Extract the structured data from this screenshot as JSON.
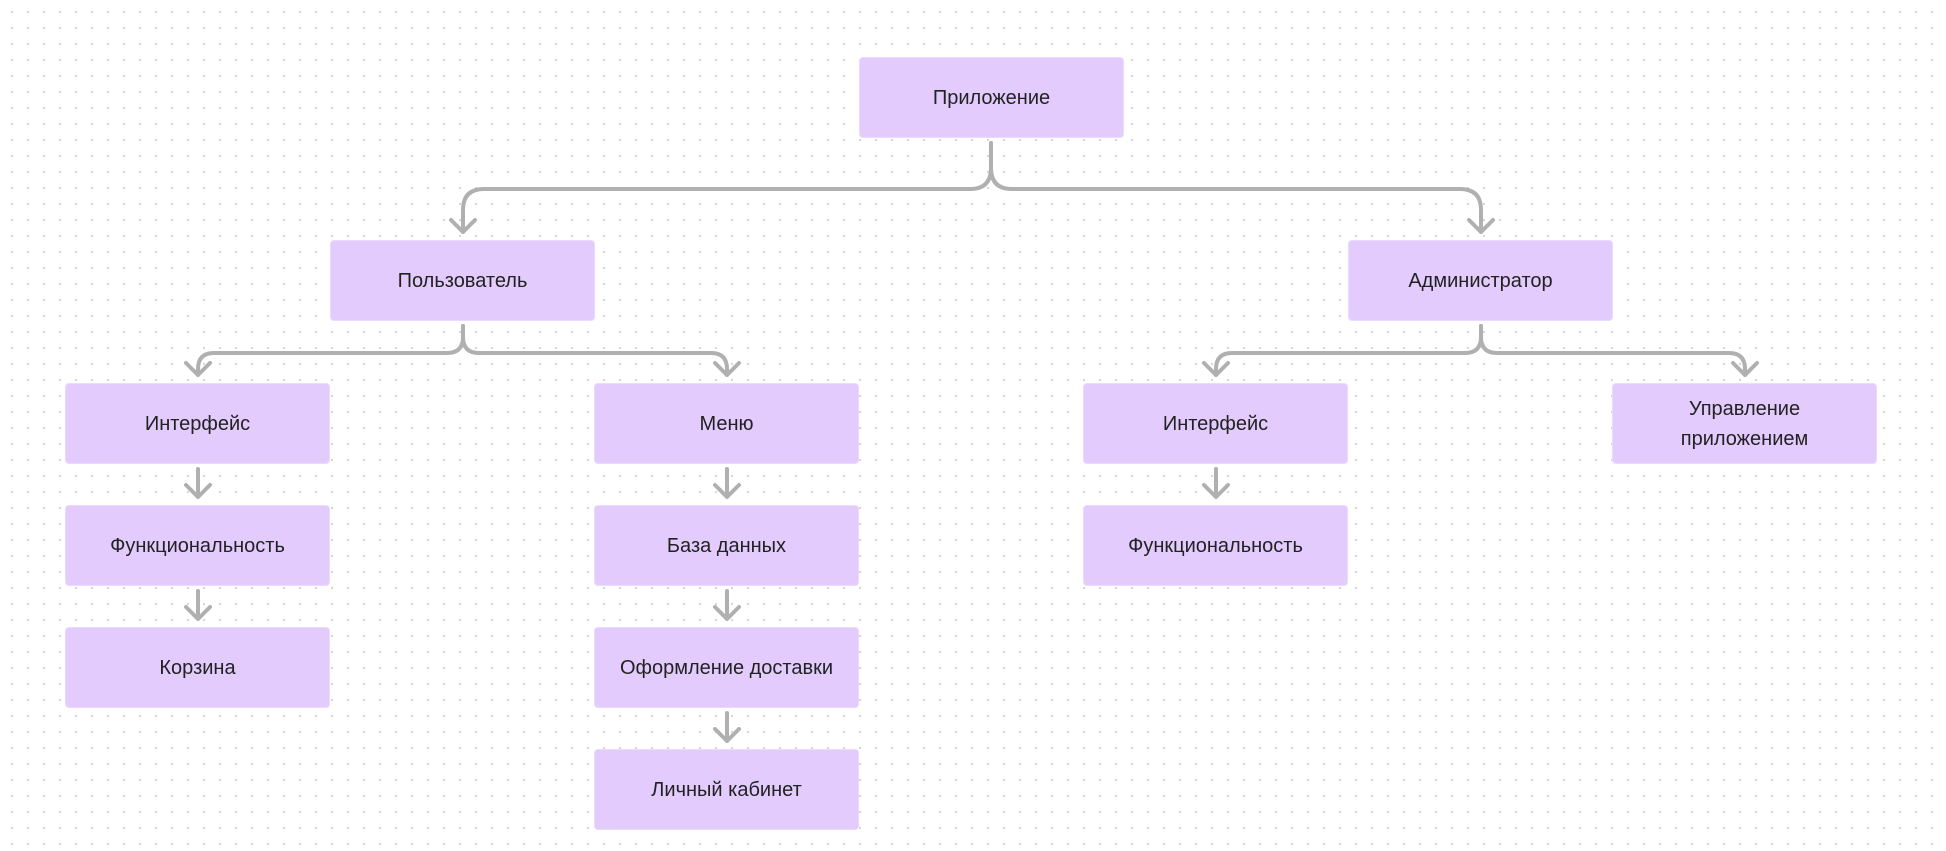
{
  "diagram": {
    "root": {
      "label": "Приложение"
    },
    "user_branch": {
      "label": "Пользователь",
      "interface": "Интерфейс",
      "functionality": "Функциональность",
      "cart": "Корзина",
      "menu": "Меню",
      "database": "База данных",
      "delivery": "Оформление доставки",
      "account": "Личный кабинет"
    },
    "admin_branch": {
      "label": "Администратор",
      "interface": "Интерфейс",
      "functionality": "Функциональность",
      "app_management": "Управление\nприложением"
    }
  },
  "colors": {
    "node_fill": "#e3ccfd",
    "connector": "#b0b0b0",
    "canvas_dot": "#d4d4d4"
  }
}
